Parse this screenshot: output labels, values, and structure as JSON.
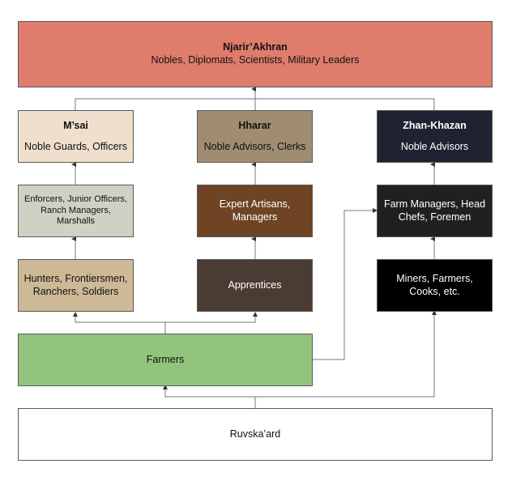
{
  "diagram": {
    "top": {
      "title": "Njarir’Akhran",
      "subtitle": "Nobles, Diplomats, Scientists, Military Leaders",
      "color": "#df7c6b"
    },
    "msai": {
      "title": "M’sai",
      "subtitle": "Noble Guards, Officers",
      "color": "#efdfcc"
    },
    "hharar": {
      "title": "Hharar",
      "subtitle": "Noble Advisors, Clerks",
      "color": "#a08c71"
    },
    "zhan": {
      "title": "Zhan-Khazan",
      "subtitle": "Noble Advisors",
      "color": "#1f2331"
    },
    "enforcers": {
      "text": "Enforcers, Junior Officers, Ranch Managers, Marshalls",
      "color": "#d0d0c4"
    },
    "artisans": {
      "text": "Expert Artisans, Managers",
      "color": "#6e4424"
    },
    "farm_managers": {
      "text": "Farm Managers, Head Chefs, Foremen",
      "color": "#202020"
    },
    "hunters": {
      "text": "Hunters, Frontiersmen, Ranchers, Soldiers",
      "color": "#cdb995"
    },
    "apprentices": {
      "text": "Apprentices",
      "color": "#4a3c33"
    },
    "miners": {
      "text": "Miners, Farmers, Cooks, etc.",
      "color": "#000000"
    },
    "farmers": {
      "text": "Farmers",
      "color": "#93c47d"
    },
    "ruvska": {
      "text": "Ruvska’ard",
      "color": "#ffffff"
    }
  }
}
